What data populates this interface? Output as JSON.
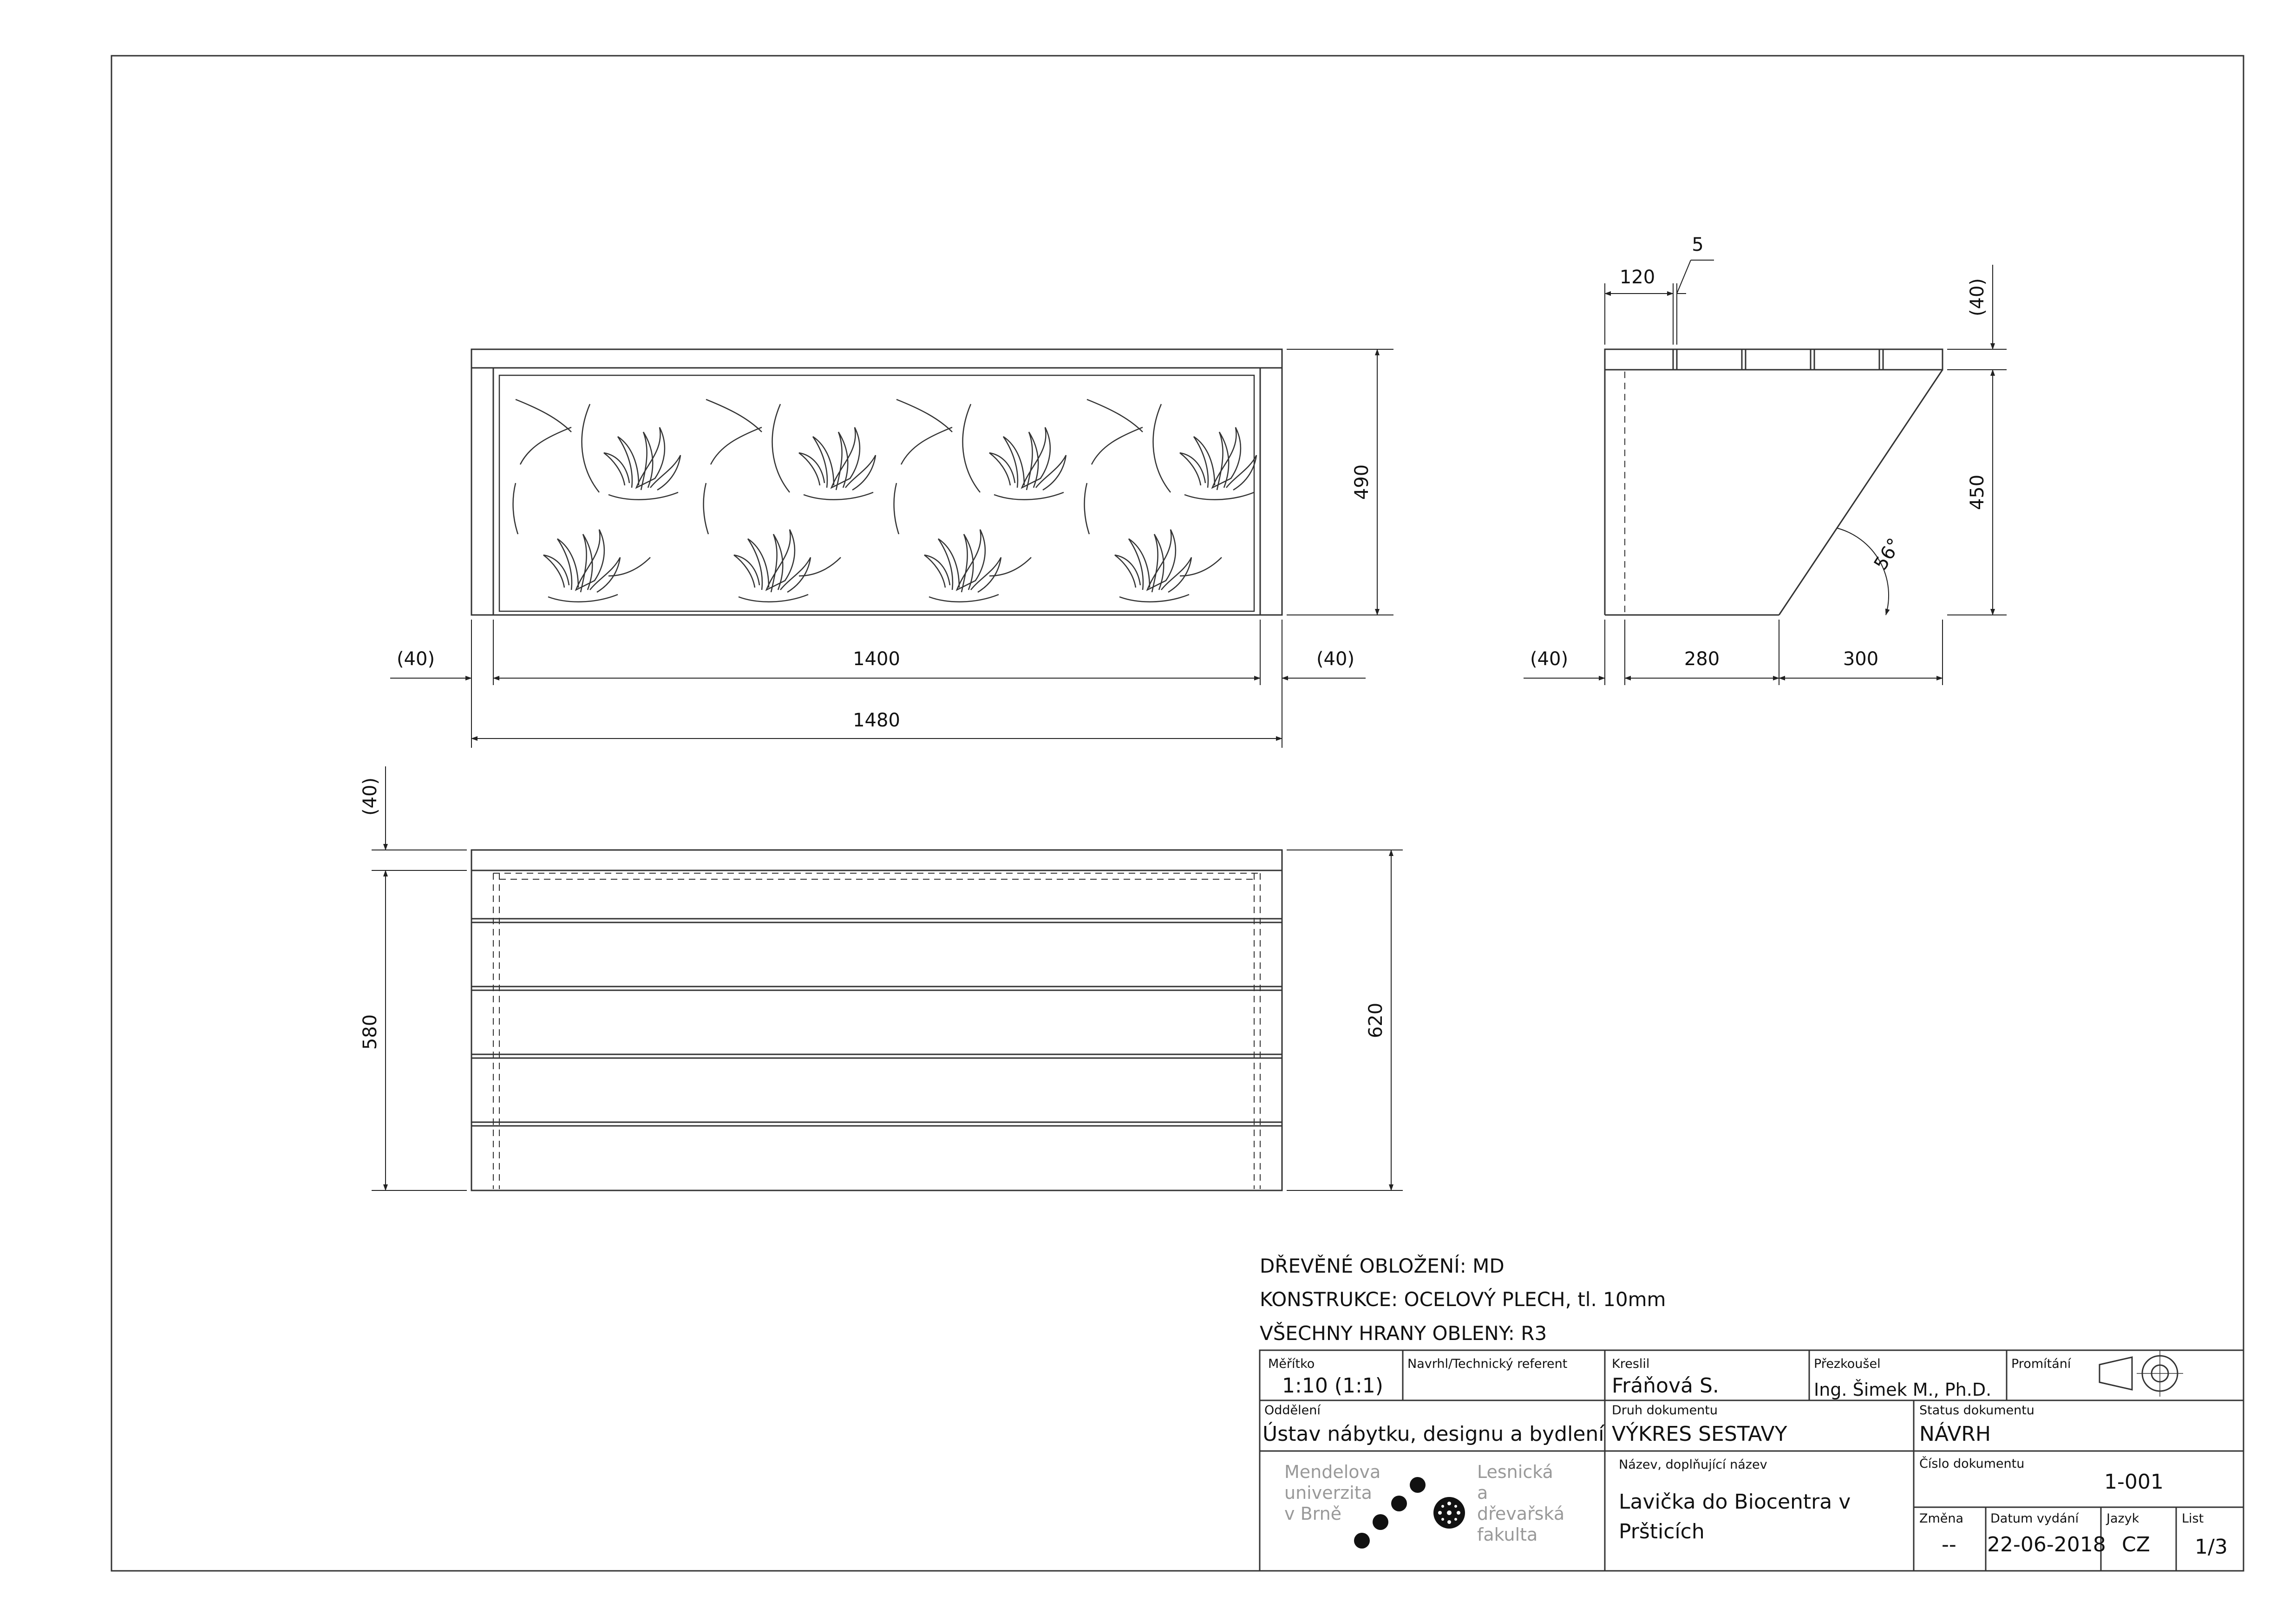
{
  "front_view": {
    "dim_height": "490",
    "dim_left_offset": "(40)",
    "dim_inner_width": "1400",
    "dim_right_offset": "(40)",
    "dim_total_width": "1480"
  },
  "side_view": {
    "dim_slat": "120",
    "dim_gap": "5",
    "dim_top_thickness": "(40)",
    "dim_height": "450",
    "dim_left_offset": "(40)",
    "dim_base": "280",
    "dim_slope": "300",
    "dim_angle": "56°"
  },
  "bottom_view": {
    "dim_top_thickness": "(40)",
    "dim_inner_height": "580",
    "dim_total_height": "620"
  },
  "notes": [
    "DŘEVĚNÉ OBLOŽENÍ: MD",
    "KONSTRUKCE: OCELOVÝ PLECH, tl. 10mm",
    "VŠECHNY HRANY OBLENY: R3"
  ],
  "title_block": {
    "scale_label": "Měřítko",
    "scale_value": "1:10 (1:1)",
    "designer_label": "Navrhl/Technický referent",
    "designer_value": "",
    "drawn_label": "Kreslil",
    "drawn_value": "Fráňová S.",
    "checked_label": "Přezkoušel",
    "checked_value": "Ing. Šimek M., Ph.D.",
    "projection_label": "Promítání",
    "department_label": "Oddělení",
    "department_value": "Ústav nábytku, designu a bydlení",
    "doctype_label": "Druh dokumentu",
    "doctype_value": "VÝKRES SESTAVY",
    "status_label": "Status dokumentu",
    "status_value": "NÁVRH",
    "title_label": "Název, doplňující název",
    "title_line1": "Lavička do Biocentra v",
    "title_line2": "Pršticích",
    "docnum_label": "Číslo dokumentu",
    "docnum_value": "1-001",
    "change_label": "Změna",
    "change_value": "--",
    "date_label": "Datum vydání",
    "date_value": "22-06-2018",
    "lang_label": "Jazyk",
    "lang_value": "CZ",
    "sheet_label": "List",
    "sheet_value": "1/3",
    "logo_left": [
      "Mendelova",
      "univerzita",
      "v Brně"
    ],
    "logo_right": [
      "Lesnická",
      "a",
      "dřevařská",
      "fakulta"
    ]
  }
}
